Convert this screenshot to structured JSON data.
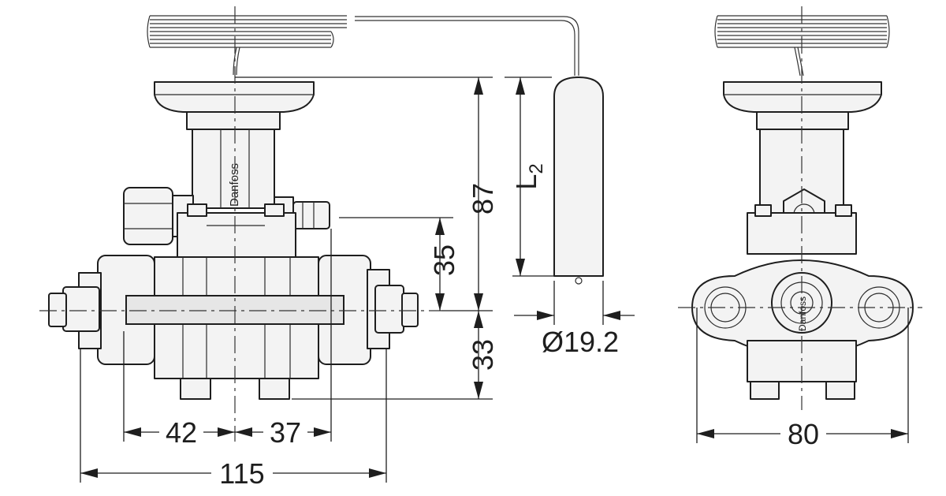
{
  "brand": {
    "side_view_label": "Danfoss",
    "front_view_label": "Danfoss"
  },
  "dimensions": {
    "height_87": "87",
    "bulb_length": "L",
    "bulb_length_sub": "2",
    "height_35": "35",
    "height_33": "33",
    "bulb_diameter": "Ø19.2",
    "width_42": "42",
    "width_37": "37",
    "width_115": "115",
    "width_80": "80"
  }
}
